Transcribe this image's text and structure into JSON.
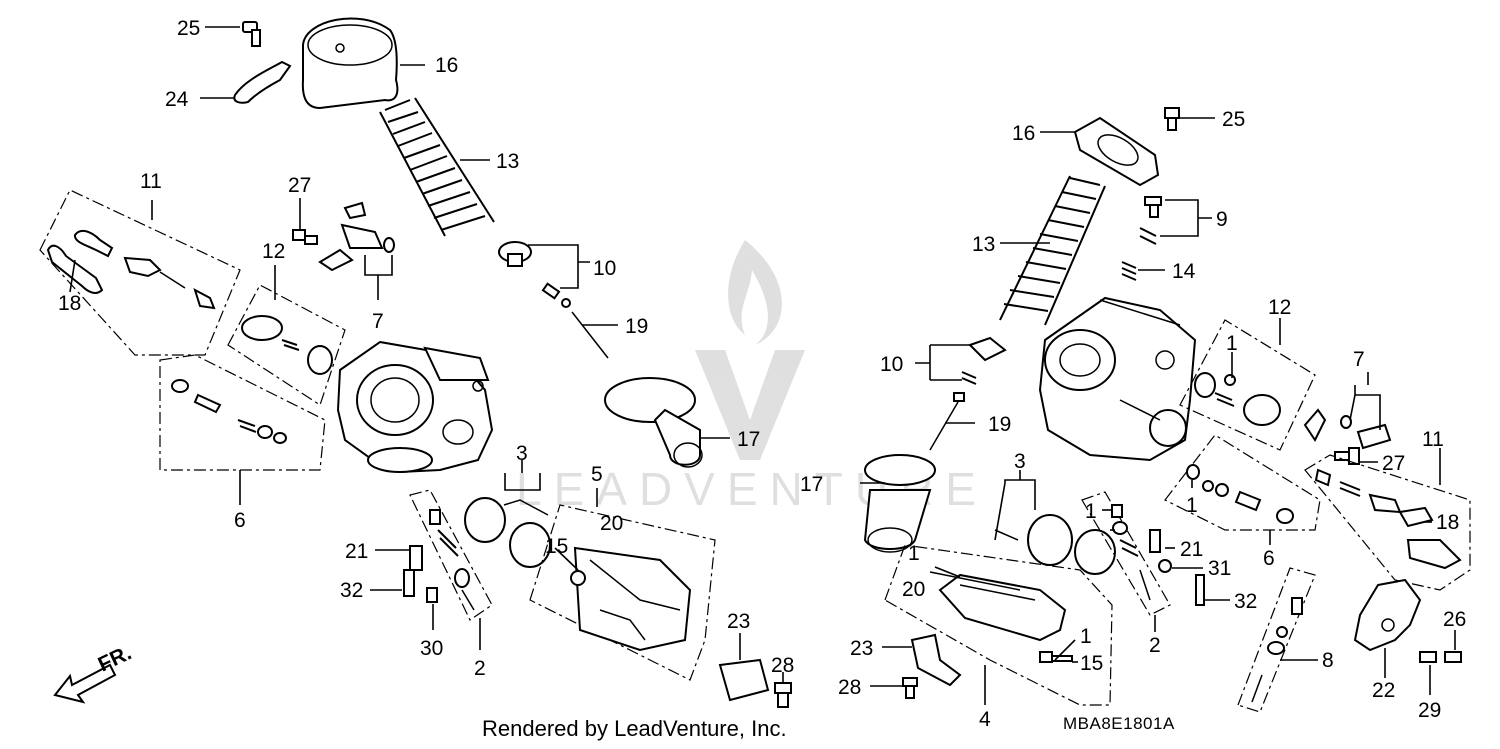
{
  "footer": {
    "credit": "Rendered by LeadVenture, Inc."
  },
  "diagram_code": "MBA8E1801A",
  "watermark": "LEADVENTURE",
  "direction_label": "FR.",
  "callouts": {
    "left": {
      "n25": "25",
      "n16": "16",
      "n24": "24",
      "n13": "13",
      "n11": "11",
      "n27": "27",
      "n12": "12",
      "n10": "10",
      "n18": "18",
      "n7": "7",
      "n19": "19",
      "n17": "17",
      "n6": "6",
      "n3": "3",
      "n5": "5",
      "n20": "20",
      "n21": "21",
      "n15": "15",
      "n32": "32",
      "n30": "30",
      "n2": "2",
      "n23": "23",
      "n28": "28"
    },
    "right": {
      "n25": "25",
      "n16": "16",
      "n9": "9",
      "n13": "13",
      "n14": "14",
      "n12": "12",
      "n1a": "1",
      "n10": "10",
      "n7": "7",
      "n19": "19",
      "n11": "11",
      "n27": "27",
      "n3": "3",
      "n17": "17",
      "n1b": "1",
      "n6": "6",
      "n18": "18",
      "n1c": "1",
      "n21": "21",
      "n1d": "1",
      "n31": "31",
      "n20": "20",
      "n32": "32",
      "n2": "2",
      "n8": "8",
      "n26": "26",
      "n23": "23",
      "n1e": "1",
      "n15": "15",
      "n28": "28",
      "n22": "22",
      "n29": "29",
      "n4": "4"
    }
  }
}
